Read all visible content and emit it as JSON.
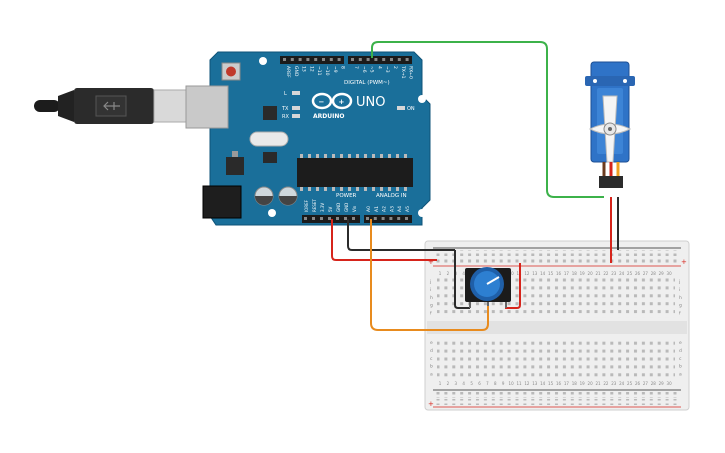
{
  "arduino": {
    "model_label": "UNO",
    "brand_label": "ARDUINO",
    "digital_header_label": "DIGITAL (PWM~)",
    "power_label": "POWER",
    "analog_label": "ANALOG IN",
    "led_l_label": "L",
    "led_tx_label": "TX",
    "led_rx_label": "RX",
    "led_on_label": "ON",
    "top_pin_labels": [
      "AREF",
      "GND",
      "13",
      "12",
      "~11",
      "~10",
      "~9",
      "8",
      "7",
      "~6",
      "~5",
      "4",
      "~3",
      "2",
      "TX→1",
      "RX←0"
    ],
    "power_pin_labels": [
      "IOREF",
      "RESET",
      "3.3V",
      "5V",
      "GND",
      "GND",
      "Vin"
    ],
    "analog_pin_labels": [
      "A0",
      "A1",
      "A2",
      "A3",
      "A4",
      "A5"
    ],
    "board_color": "#1a6f9a"
  },
  "breadboard": {
    "row_letters_top": [
      "j",
      "i",
      "h",
      "g",
      "f"
    ],
    "row_letters_bottom": [
      "e",
      "d",
      "c",
      "b",
      "a"
    ],
    "column_numbers": [
      "1",
      "2",
      "3",
      "4",
      "5",
      "6",
      "7",
      "8",
      "9",
      "10",
      "11",
      "12",
      "13",
      "14",
      "15",
      "16",
      "17",
      "18",
      "19",
      "20",
      "21",
      "22",
      "23",
      "24",
      "25",
      "26",
      "27",
      "28",
      "29",
      "30"
    ],
    "rail_plus": "+",
    "rail_minus": "−"
  },
  "servo": {
    "type": "micro servo"
  },
  "potentiometer": {
    "type": "rotary potentiometer"
  },
  "usb_cable": {
    "type": "usb-b cable"
  },
  "colors": {
    "wire_green": "#3cb24a",
    "wire_red": "#d6241b",
    "wire_black": "#2b2b2b",
    "wire_orange": "#e88b1e",
    "servo_body": "#2f73c7",
    "pot_knob": "#2d7fd1"
  }
}
